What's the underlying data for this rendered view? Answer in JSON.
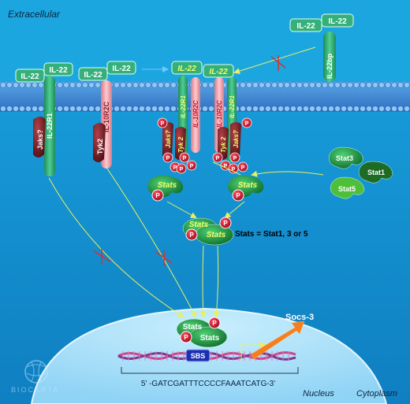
{
  "regions": {
    "extracellular": "Extracellular",
    "nucleus": "Nucleus",
    "cytoplasm": "Cytoplasm"
  },
  "ligands": {
    "il22": "IL-22",
    "il22bp": "IL-22bp"
  },
  "receptors": {
    "il22r1": "IL-22R1",
    "il10r2c": "IL-10R2C"
  },
  "kinases": {
    "jaks": "Jaks?",
    "tyk2": "Tyk 2",
    "tyk2_alt": "Tyk2"
  },
  "phospho": "P",
  "stats": {
    "stats": "Stats",
    "stat1": "Stat1",
    "stat3": "Stat3",
    "stat5": "Stat5",
    "definition": "Stats = Stat1, 3 or 5"
  },
  "nucleus_content": {
    "sbs": "SBS",
    "socs3": "Socs-3",
    "sequence": "5' -GATCGATTTCCCCFAAATCATG-3'"
  },
  "logo": "BIOCARTA",
  "colors": {
    "background": "#1496d4",
    "membrane": "#4a8fd8",
    "nucleus": "#b3e4fb",
    "receptor_green": "#2fa56e",
    "receptor_pink": "#f4a8b2",
    "kinase": "#6e1a1c",
    "stat": "#1a8a3a",
    "phospho": "#c8102e",
    "arrow": "#e8f060",
    "inhibit": "#d8302f"
  }
}
